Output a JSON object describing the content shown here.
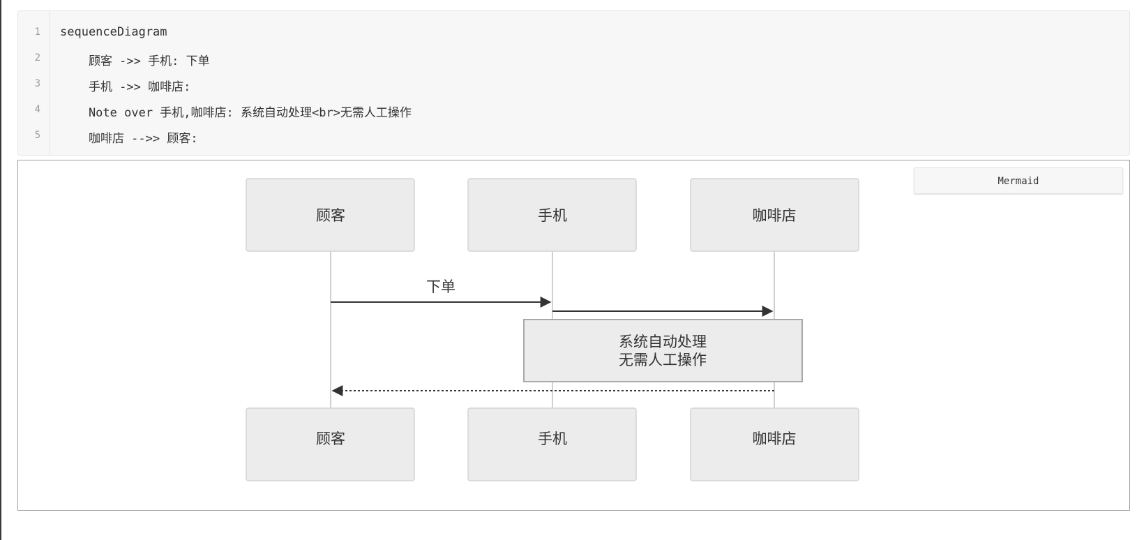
{
  "code": {
    "line_numbers": [
      "1",
      "2",
      "3",
      "4",
      "5"
    ],
    "lines": [
      "sequenceDiagram",
      "    顾客 ->> 手机: 下单",
      "    手机 ->> 咖啡店:",
      "    Note over 手机,咖啡店: 系统自动处理<br>无需人工操作",
      "    咖啡店 -->> 顾客:"
    ]
  },
  "language_badge": "Mermaid",
  "diagram": {
    "actors_top": [
      "顾客",
      "手机",
      "咖啡店"
    ],
    "actors_bottom": [
      "顾客",
      "手机",
      "咖啡店"
    ],
    "messages": [
      {
        "from": "顾客",
        "to": "手机",
        "label": "下单",
        "style": "solid"
      },
      {
        "from": "手机",
        "to": "咖啡店",
        "label": "",
        "style": "solid"
      },
      {
        "from": "咖啡店",
        "to": "顾客",
        "label": "",
        "style": "dotted"
      }
    ],
    "note": {
      "over": [
        "手机",
        "咖啡店"
      ],
      "lines": [
        "系统自动处理",
        "无需人工操作"
      ]
    },
    "colors": {
      "actor_fill": "#ececec",
      "actor_border": "#d4d4d4",
      "note_fill": "#ececec",
      "note_border": "#a9a9a9",
      "lifeline": "#d0d0d0",
      "arrow": "#333333"
    }
  }
}
